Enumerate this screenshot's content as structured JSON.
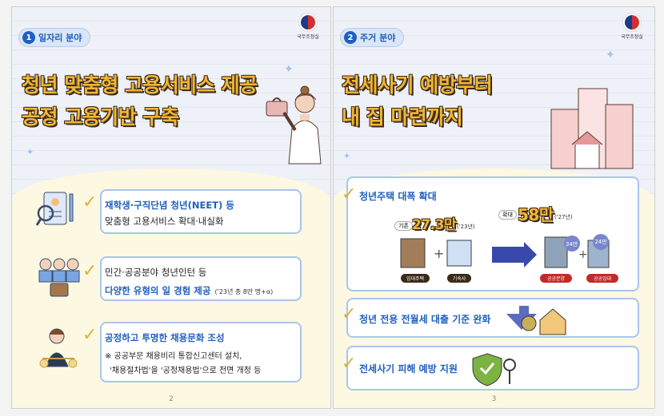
{
  "left_page": {
    "logo_text": "국무조정실",
    "tag_number": "1",
    "tag_label": "일자리 분야",
    "headline_1": "청년 맞춤형 고용서비스 제공",
    "headline_2": "공정 고용기반 구축",
    "items": [
      {
        "line1": "재학생·구직단념 청년(NEET) 등",
        "line2": "맞춤형 고용서비스 확대·내실화",
        "icon": "id-card-icon"
      },
      {
        "line1": "민간·공공분야 청년인턴 등",
        "line2": "다양한 유형의 일 경험 제공",
        "note": "('23년 총 8만 명+α)",
        "icon": "people-icon"
      },
      {
        "line1": "공정하고 투명한 채용문화 조성",
        "line2": "※ 공공부문 채용비리 통합신고센터 설치,",
        "line3": "'채용절차법'을 '공정채용법'으로 전면 개정 등",
        "icon": "justice-icon"
      }
    ],
    "page_number": "2"
  },
  "right_page": {
    "logo_text": "국무조정실",
    "tag_number": "2",
    "tag_label": "주거 분야",
    "headline_1": "전세사기 예방부터",
    "headline_2": "내 집 마련까지",
    "items": [
      {
        "label": "청년주택 대폭 확대",
        "before_tag": "기존",
        "before_value": "27.3만",
        "before_year": "('23년)",
        "after_tag": "확대",
        "after_value": "58만",
        "after_year": "('27년)",
        "cap_1": "임대주택",
        "cap_2": "기숙사",
        "cap_3": "공공분양",
        "cap_4": "공공임대",
        "bubble_1": "34만",
        "bubble_2": "24만"
      },
      {
        "label": "청년 전용 전월세 대출 기준 완화",
        "icon": "loan-house-icon"
      },
      {
        "label": "전세사기 피해 예방 지원",
        "icon": "shield-key-icon"
      }
    ],
    "page_number": "3"
  },
  "colors": {
    "accent_blue": "#1f5fbf",
    "headline_yellow": "#f2b534",
    "card_border": "#a9c5ec",
    "bottom_bg": "#fdf8e2"
  }
}
